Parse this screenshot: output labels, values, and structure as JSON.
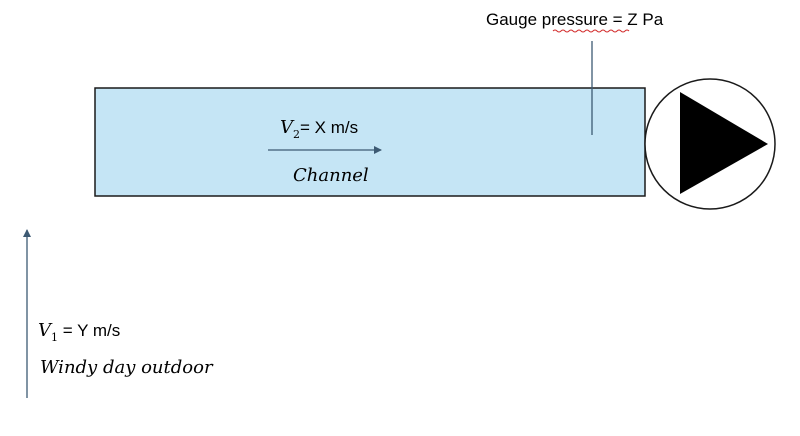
{
  "gauge": {
    "prefix": "Gauge ",
    "word": "pressure",
    "suffix": " = Z Pa"
  },
  "channel": {
    "velocity_symbol": "V",
    "velocity_subscript": "2",
    "velocity_value": "= X m/s",
    "name": "Channel"
  },
  "outdoor": {
    "velocity_symbol": "V",
    "velocity_subscript": "1",
    "velocity_value": " = Y m/s",
    "description": "Windy day outdoor"
  },
  "colors": {
    "channel_fill": "#c5e5f5",
    "outline": "#1a1a1a",
    "arrow": "#3d5a73",
    "spellcheck": "#d22c2c"
  },
  "icons": {
    "fan": "play-triangle-in-circle"
  }
}
